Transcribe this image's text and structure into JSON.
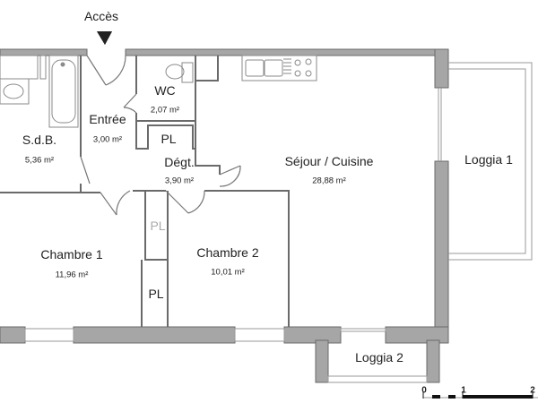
{
  "plan": {
    "access_label": "Accès",
    "rooms": [
      {
        "id": "sdb",
        "name": "S.d.B.",
        "area": "5,36 m²"
      },
      {
        "id": "entree",
        "name": "Entrée",
        "area": "3,00 m²"
      },
      {
        "id": "wc",
        "name": "WC",
        "area": "2,07 m²"
      },
      {
        "id": "pl1",
        "name": "PL"
      },
      {
        "id": "degt",
        "name": "Dégt.",
        "area": "3,90 m²"
      },
      {
        "id": "sejour",
        "name": "Séjour / Cuisine",
        "area": "28,88 m²"
      },
      {
        "id": "loggia1",
        "name": "Loggia 1"
      },
      {
        "id": "chambre1",
        "name": "Chambre 1",
        "area": "11,96 m²"
      },
      {
        "id": "pl2",
        "name": "PL"
      },
      {
        "id": "pl3",
        "name": "PL"
      },
      {
        "id": "chambre2",
        "name": "Chambre 2",
        "area": "10,01 m²"
      },
      {
        "id": "loggia2",
        "name": "Loggia 2"
      }
    ],
    "scale": {
      "ticks": [
        "0",
        "1",
        "2"
      ],
      "unit": "m"
    },
    "colors": {
      "wall": "#a6a6a6",
      "wall_edge": "#6a6a6a",
      "fixture": "#8a8a8a"
    }
  }
}
